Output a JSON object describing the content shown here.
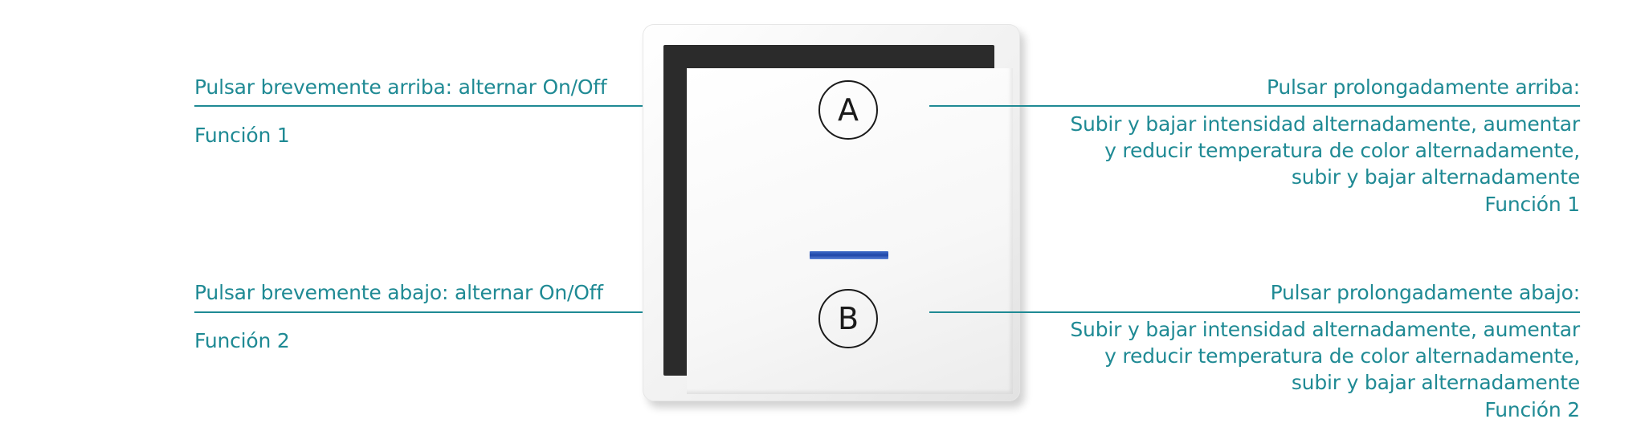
{
  "left": {
    "top_label": "Pulsar brevemente arriba: alternar On/Off",
    "top_function": "Función 1",
    "bottom_label": "Pulsar brevemente abajo: alternar On/Off",
    "bottom_function": "Función 2"
  },
  "right": {
    "top_label": "Pulsar prolongadamente arriba:",
    "top_description": "Subir y bajar intensidad alternadamente, aumentar \ny reducir temperatura de color alternadamente,\nsubir y bajar alternadamente",
    "top_function": "Función 1",
    "bottom_label": "Pulsar prolongadamente abajo:",
    "bottom_description": "Subir y bajar intensidad alternadamente, aumentar \ny reducir temperatura de color alternadamente,\nsubir y bajar alternadamente",
    "bottom_function": "Función 2"
  },
  "switch": {
    "button_a": "A",
    "button_b": "B",
    "led_color": "#2a55b8"
  },
  "colors": {
    "accent": "#1f8a94"
  }
}
